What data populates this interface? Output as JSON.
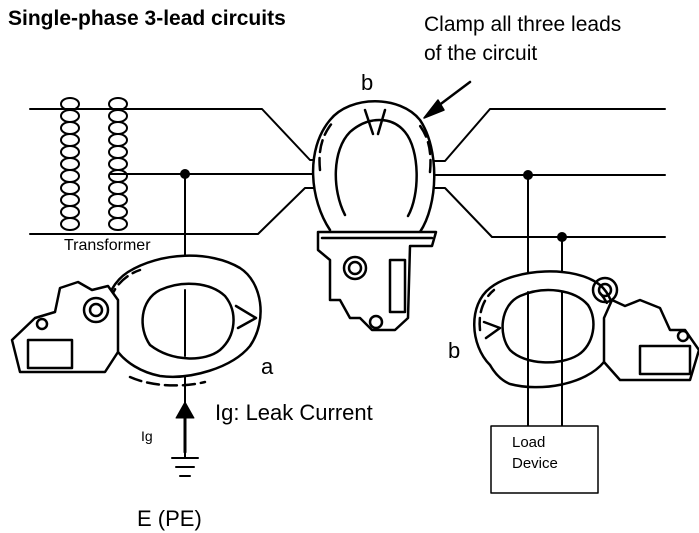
{
  "title": "Single-phase 3-lead circuits",
  "annotation": {
    "line1": "Clamp all three leads",
    "line2": "of the circuit"
  },
  "labels": {
    "b_top": "b",
    "b_right": "b",
    "a": "a",
    "leak_current": "Ig: Leak Current",
    "transformer": "Transformer",
    "ig": "Ig",
    "earth": "E (PE)",
    "load_line1": "Load",
    "load_line2": "Device"
  }
}
